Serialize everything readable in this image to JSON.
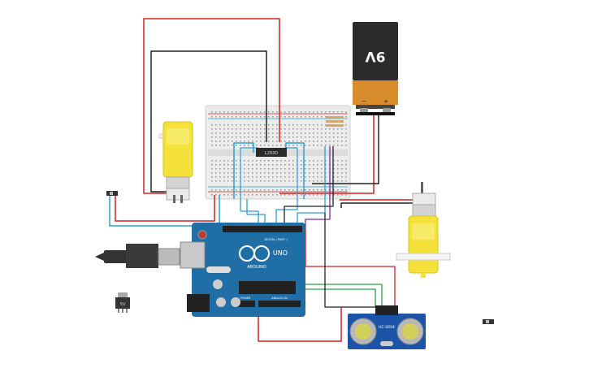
{
  "battery": {
    "label": "9V",
    "minus": "−",
    "plus": "+",
    "body_color": "#2b2b2b",
    "band_color": "#d98c2b"
  },
  "ic": {
    "label": "L293D"
  },
  "arduino": {
    "brand": "ARDUINO",
    "model": "UNO",
    "digital_label": "DIGITAL (PWM~)",
    "power_label": "POWER",
    "analog_label": "ANALOG IN",
    "board_color": "#1f6fa6"
  },
  "sensor": {
    "label": "HC-SR04",
    "board_color": "#1c55a8"
  },
  "regulator": {
    "label": "5V"
  },
  "motor": {
    "color": "#f4e13a"
  },
  "wire_colors": {
    "red": "#d42020",
    "black": "#222222",
    "blue": "#2a9fd8",
    "green": "#2ea043",
    "purple": "#7a2ea0",
    "orange": "#e08020"
  }
}
